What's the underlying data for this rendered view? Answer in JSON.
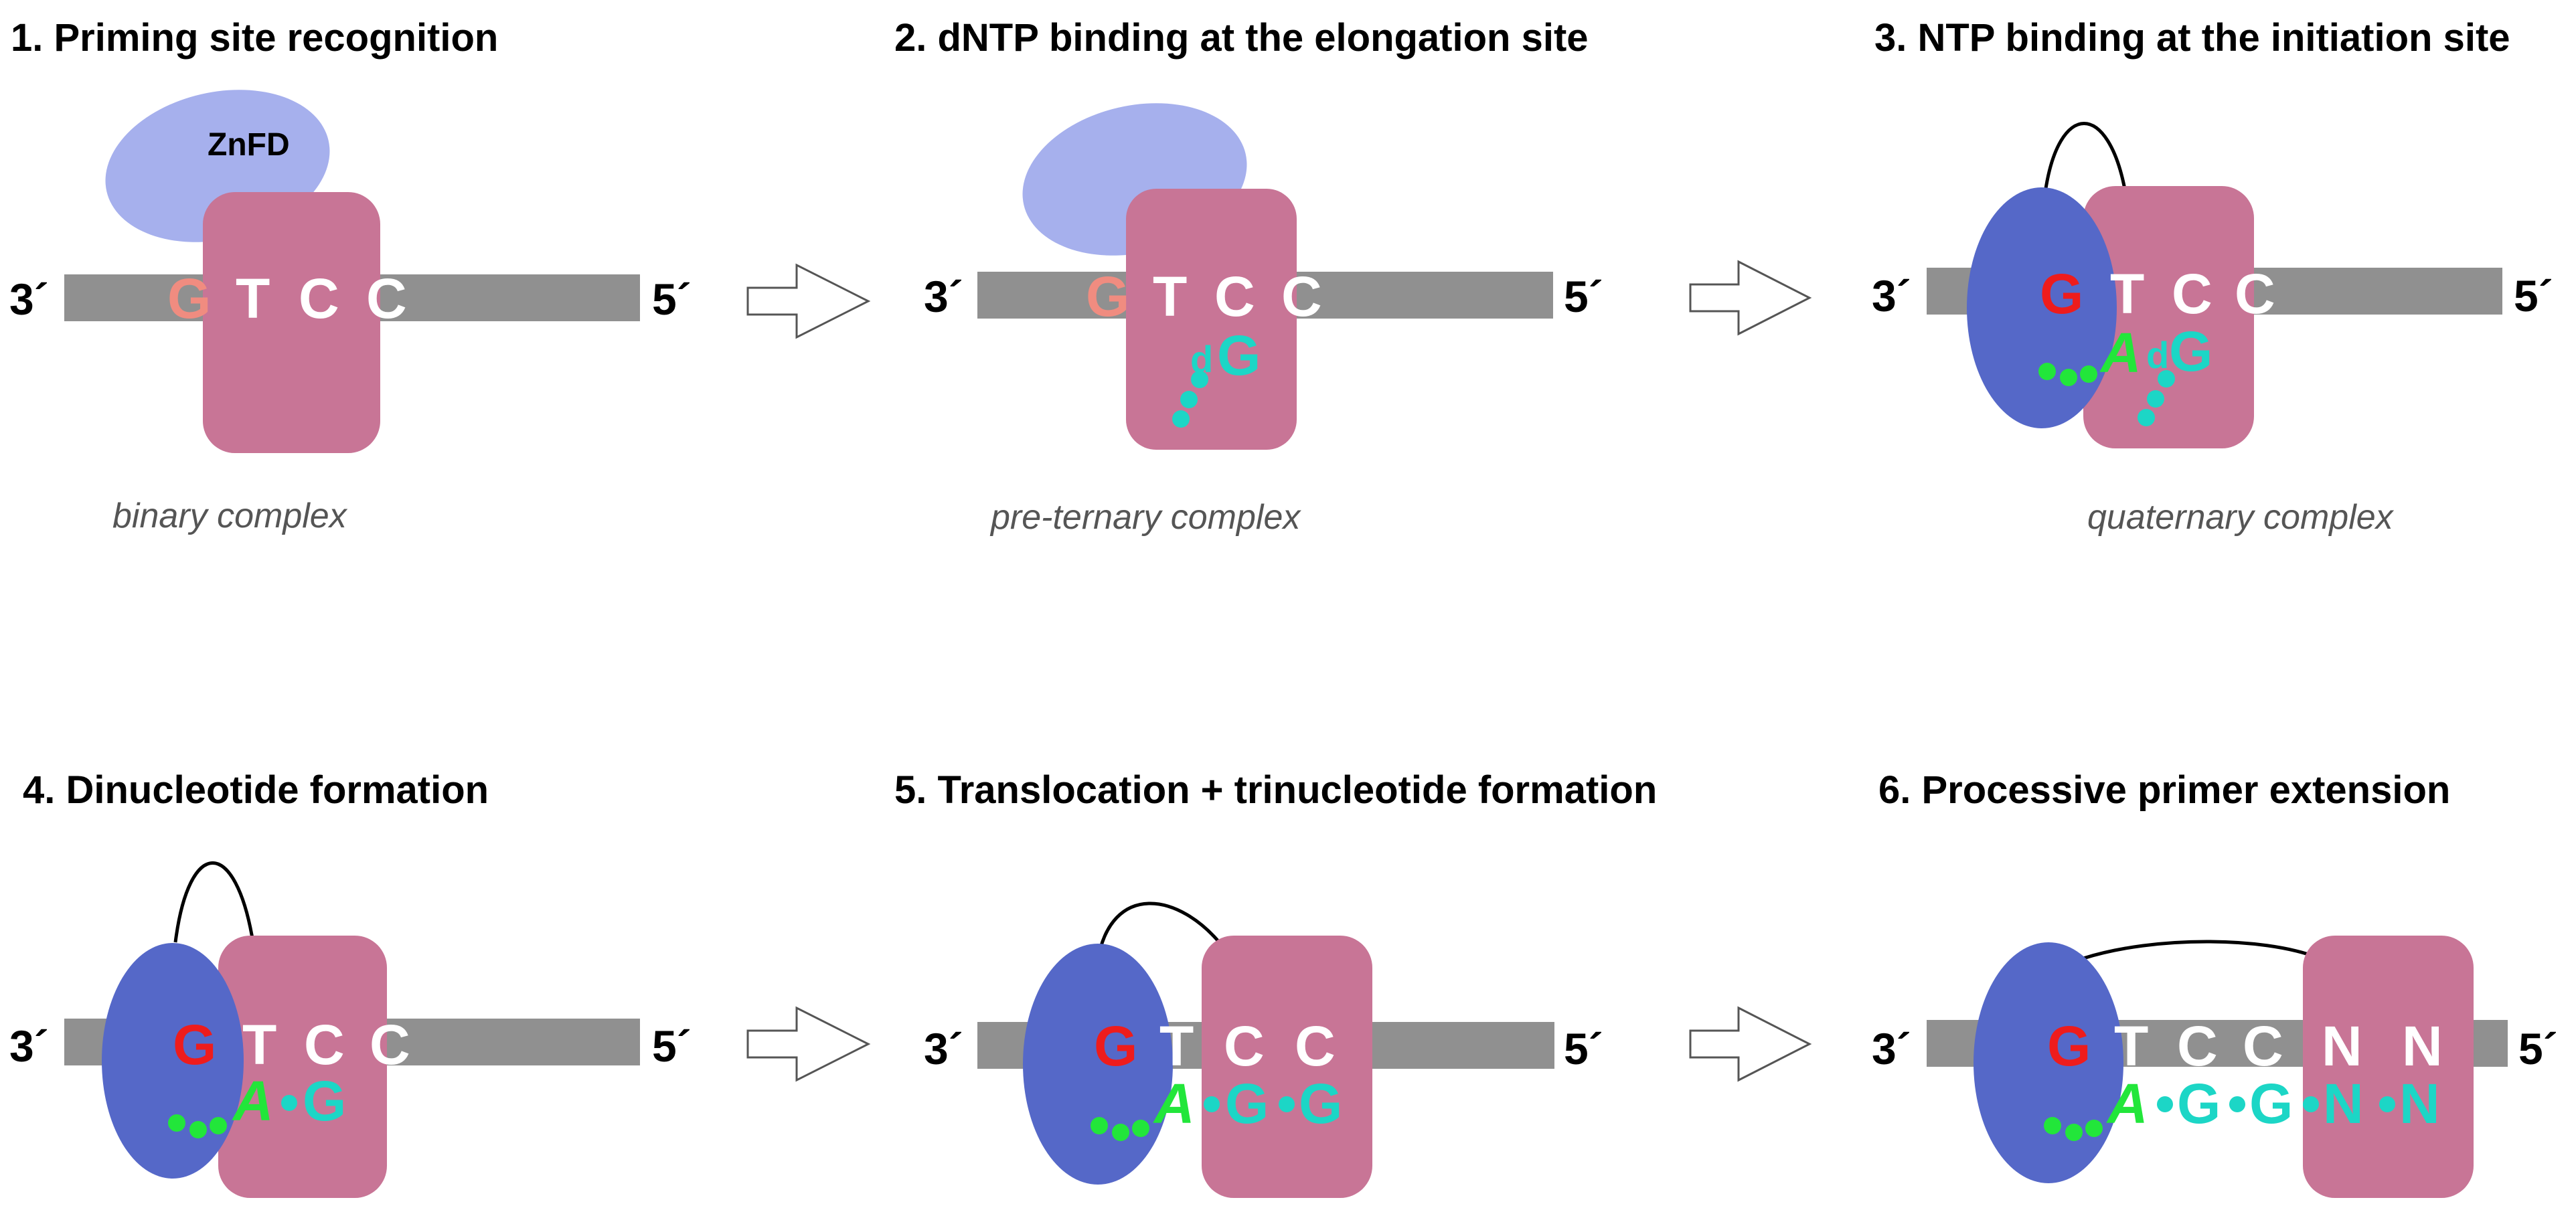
{
  "colors": {
    "strand": "#909090",
    "polymerase": "#c87596",
    "znfd_light": "#a6b0ed",
    "znfd_dark": "#5568c8",
    "priming_g": "#f08c80",
    "initiator_g": "#ee1c1c",
    "template_base": "#ffffff",
    "dntp": "#1cd6c6",
    "ntp": "#22e63a",
    "caption": "#555555",
    "arrow_stroke": "#555555"
  },
  "ends": {
    "three_prime": "3´",
    "five_prime": "5´"
  },
  "znfd_label": "ZnFD",
  "panels": [
    {
      "title": "1. Priming site recognition",
      "caption": "binary complex",
      "template": [
        "G",
        "T",
        "C",
        "C"
      ]
    },
    {
      "title": "2. dNTP binding at the elongation site",
      "caption": "pre-ternary complex",
      "template": [
        "G",
        "T",
        "C",
        "C"
      ],
      "dntp": {
        "prefix": "d",
        "base": "G"
      }
    },
    {
      "title": "3. NTP binding at the initiation site",
      "caption": "quaternary complex",
      "template": [
        "G",
        "T",
        "C",
        "C"
      ],
      "ntp": "A",
      "dntp": {
        "prefix": "d",
        "base": "G"
      }
    },
    {
      "title": "4. Dinucleotide formation",
      "template": [
        "G",
        "T",
        "C",
        "C"
      ],
      "product": [
        "A",
        "G"
      ]
    },
    {
      "title": "5. Translocation + trinucleotide formation",
      "template": [
        "G",
        "T",
        "C",
        "C"
      ],
      "product": [
        "A",
        "G",
        "G"
      ]
    },
    {
      "title": "6. Processive primer extension",
      "template": [
        "G",
        "T",
        "C",
        "C",
        "N",
        "N"
      ],
      "product": [
        "A",
        "G",
        "G",
        "N",
        "N"
      ]
    }
  ]
}
